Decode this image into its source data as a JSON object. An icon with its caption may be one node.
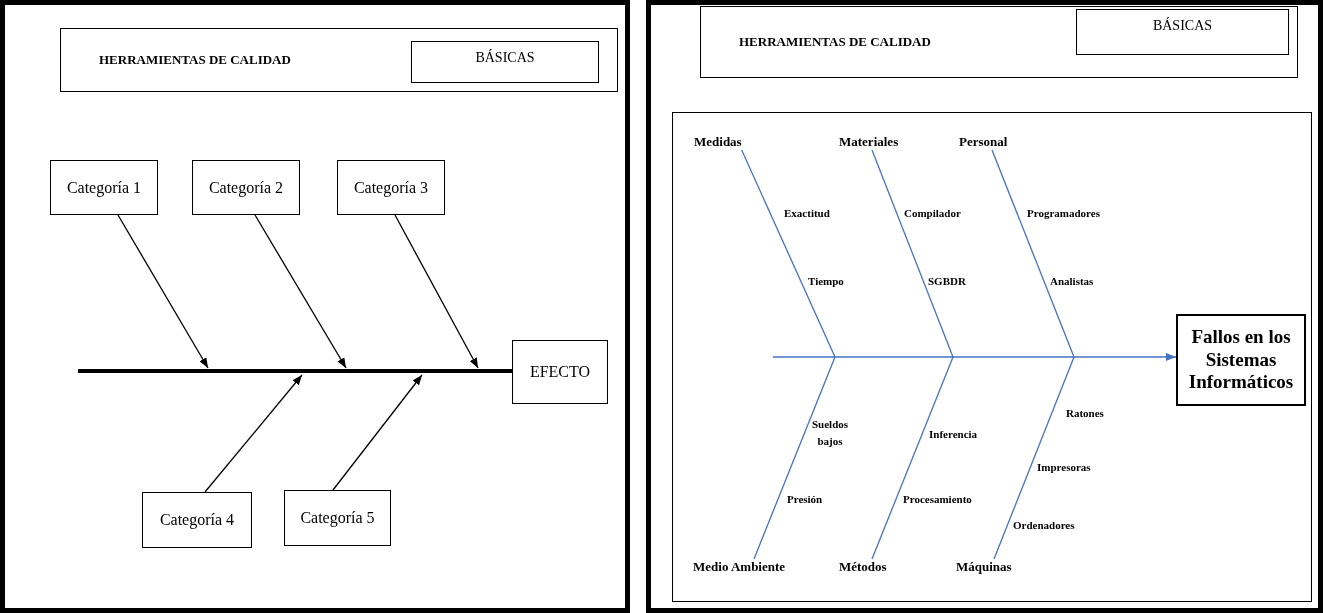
{
  "diagram": {
    "nodes": [
      {
        "text": [
          "HERRAMIENTAS DE CALIDAD"
        ]
      },
      {
        "text": [
          "BÁSICAS"
        ],
        "in": 0
      },
      {
        "text": [
          "Categoría 1"
        ]
      },
      {
        "text": [
          "Categoría 2"
        ]
      },
      {
        "text": [
          "Categoría 3"
        ]
      },
      {
        "text": [
          "Categoría 4"
        ]
      },
      {
        "text": [
          "Categoría 5"
        ]
      },
      {
        "text": [
          "EFECTO"
        ]
      },
      {
        "text": [
          "HERRAMIENTAS DE CALIDAD"
        ]
      },
      {
        "text": [
          "BÁSICAS"
        ],
        "in": 8
      },
      {
        "text": [],
        "shape": "box"
      },
      {
        "text": [
          "Medidas"
        ],
        "in": 10
      },
      {
        "text": [
          "Materiales"
        ],
        "in": 10
      },
      {
        "text": [
          "Personal"
        ],
        "in": 10
      },
      {
        "text": [
          "Fallos en los Sistemas Informáticos"
        ],
        "in": 10
      },
      {
        "text": [
          "Medio Ambiente"
        ],
        "in": 10
      },
      {
        "text": [
          "Métodos"
        ],
        "in": 10
      },
      {
        "text": [
          "Máquinas"
        ],
        "in": 10
      }
    ],
    "edges": [
      {
        "from": null,
        "to": 7,
        "arrow": "none",
        "style": "thick",
        "color": "#000000"
      },
      {
        "from": 2,
        "to": null,
        "arrow": "to",
        "color": "#000000"
      },
      {
        "from": 3,
        "to": null,
        "arrow": "to",
        "color": "#000000"
      },
      {
        "from": 4,
        "to": null,
        "arrow": "to",
        "color": "#000000"
      },
      {
        "from": 5,
        "to": null,
        "arrow": "to",
        "color": "#000000"
      },
      {
        "from": 6,
        "to": null,
        "arrow": "to",
        "color": "#000000"
      },
      {
        "from": null,
        "to": 14,
        "arrow": "to"
      },
      {
        "from": 11,
        "to": null,
        "arrow": "none"
      },
      {
        "from": 12,
        "to": null,
        "arrow": "none"
      },
      {
        "from": 13,
        "to": null,
        "arrow": "none"
      },
      {
        "from": 15,
        "to": null,
        "arrow": "none"
      },
      {
        "from": 16,
        "to": null,
        "arrow": "none"
      },
      {
        "from": 17,
        "to": null,
        "arrow": "none"
      }
    ],
    "labels": [
      "Exactitud",
      "Compilador",
      "Programadores",
      "Tiempo",
      "SGBDR",
      "Analistas",
      "Ratones",
      "Sueldos bajos",
      "Inferencia",
      "Impresoras",
      "Presión",
      "Procesamiento",
      "Ordenadores"
    ]
  }
}
